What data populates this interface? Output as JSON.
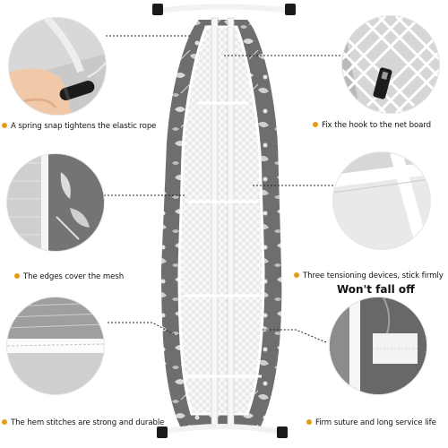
{
  "captions": {
    "top_left": "A spring snap tightens the elastic rope",
    "top_right": "Fix the hook to the net board",
    "mid_left": "The edges cover the mesh",
    "mid_right": "Three tensioning devices, stick firmly",
    "mid_right_emphasis": "Won't fall off",
    "bottom_left": "The hem stitches are strong and durable",
    "bottom_right": "Firm suture and long service life"
  },
  "colors": {
    "bullet": "#e49b16",
    "board_gray": "#6e6e70",
    "leaf": "#d9d9db",
    "frame": "#f4f4f4"
  }
}
